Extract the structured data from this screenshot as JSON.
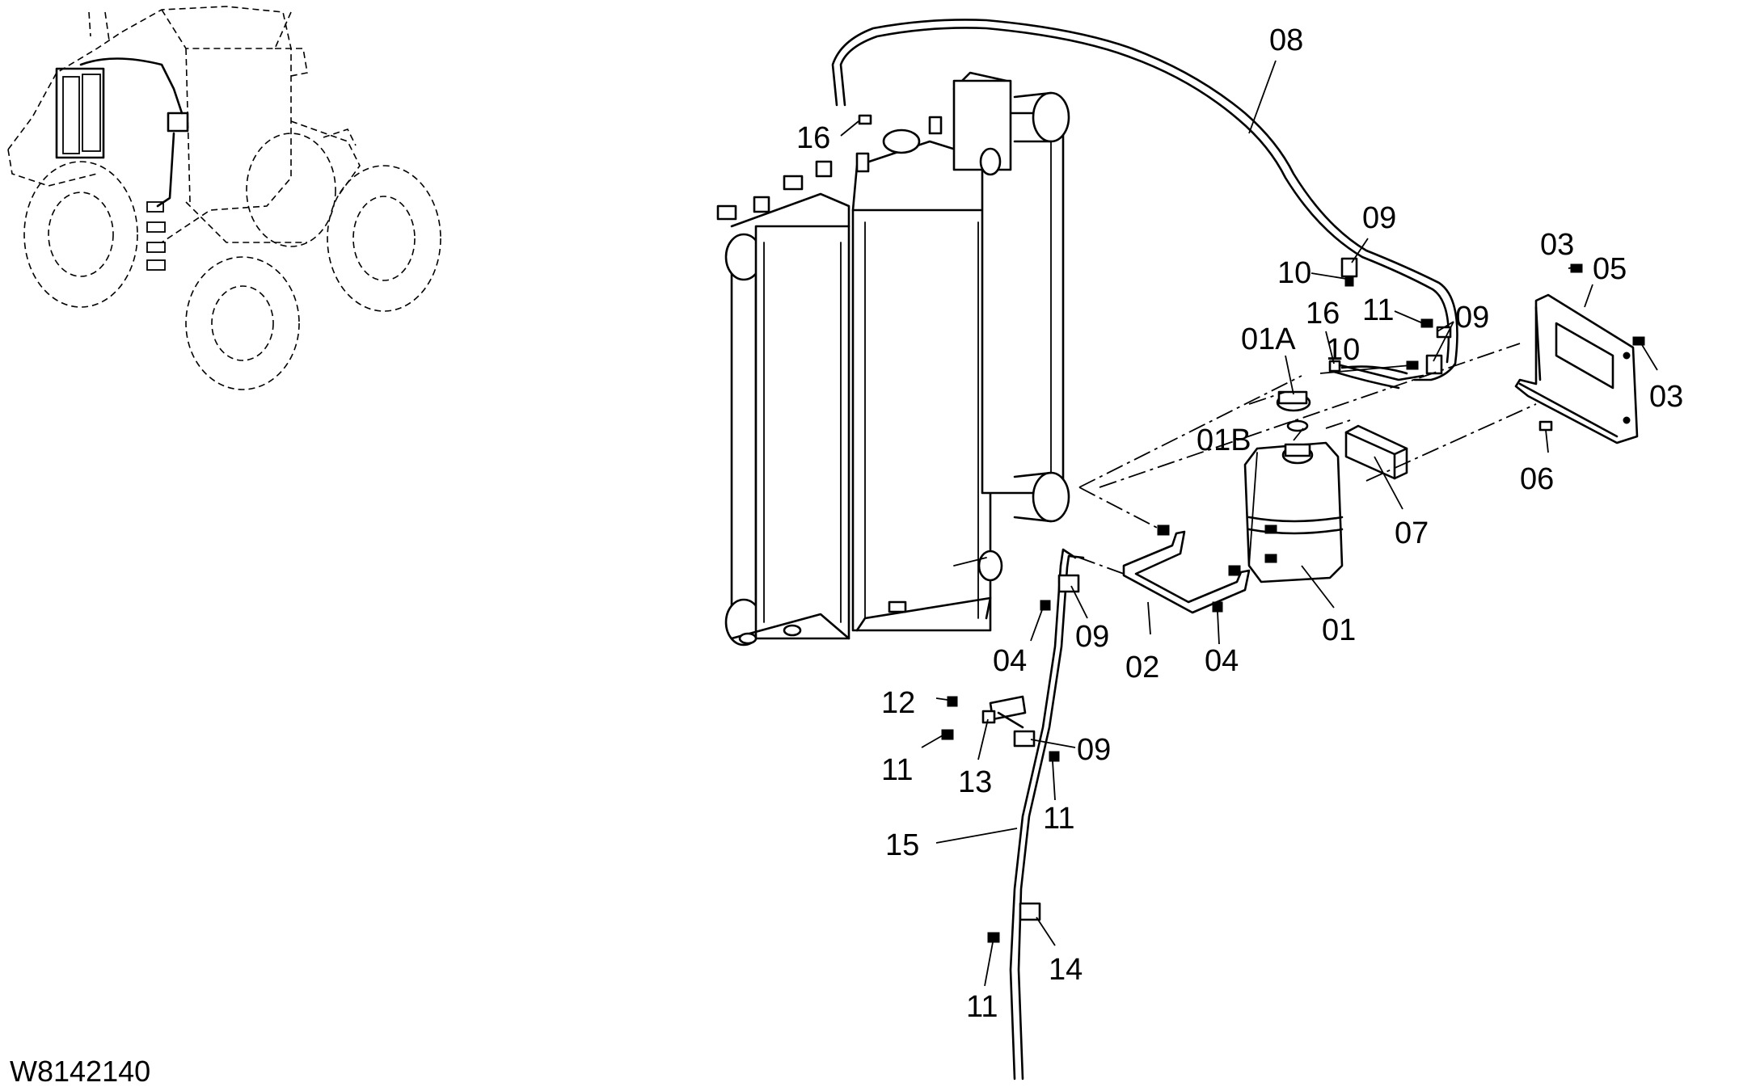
{
  "drawing_id": "W8142140",
  "callouts": [
    {
      "id": "c-08",
      "text": "08"
    },
    {
      "id": "c-16a",
      "text": "16"
    },
    {
      "id": "c-09a",
      "text": "09"
    },
    {
      "id": "c-10a",
      "text": "10"
    },
    {
      "id": "c-16b",
      "text": "16"
    },
    {
      "id": "c-11a",
      "text": "11"
    },
    {
      "id": "c-09b",
      "text": "09"
    },
    {
      "id": "c-03a",
      "text": "03"
    },
    {
      "id": "c-05",
      "text": "05"
    },
    {
      "id": "c-01A",
      "text": "01A"
    },
    {
      "id": "c-10b",
      "text": "10"
    },
    {
      "id": "c-03b",
      "text": "03"
    },
    {
      "id": "c-01B",
      "text": "01B"
    },
    {
      "id": "c-06",
      "text": "06"
    },
    {
      "id": "c-07",
      "text": "07"
    },
    {
      "id": "c-01",
      "text": "01"
    },
    {
      "id": "c-04a",
      "text": "04"
    },
    {
      "id": "c-09c",
      "text": "09"
    },
    {
      "id": "c-02",
      "text": "02"
    },
    {
      "id": "c-04b",
      "text": "04"
    },
    {
      "id": "c-12",
      "text": "12"
    },
    {
      "id": "c-09d",
      "text": "09"
    },
    {
      "id": "c-11b",
      "text": "11"
    },
    {
      "id": "c-13",
      "text": "13"
    },
    {
      "id": "c-11c",
      "text": "11"
    },
    {
      "id": "c-15",
      "text": "15"
    },
    {
      "id": "c-14",
      "text": "14"
    },
    {
      "id": "c-11d",
      "text": "11"
    }
  ]
}
